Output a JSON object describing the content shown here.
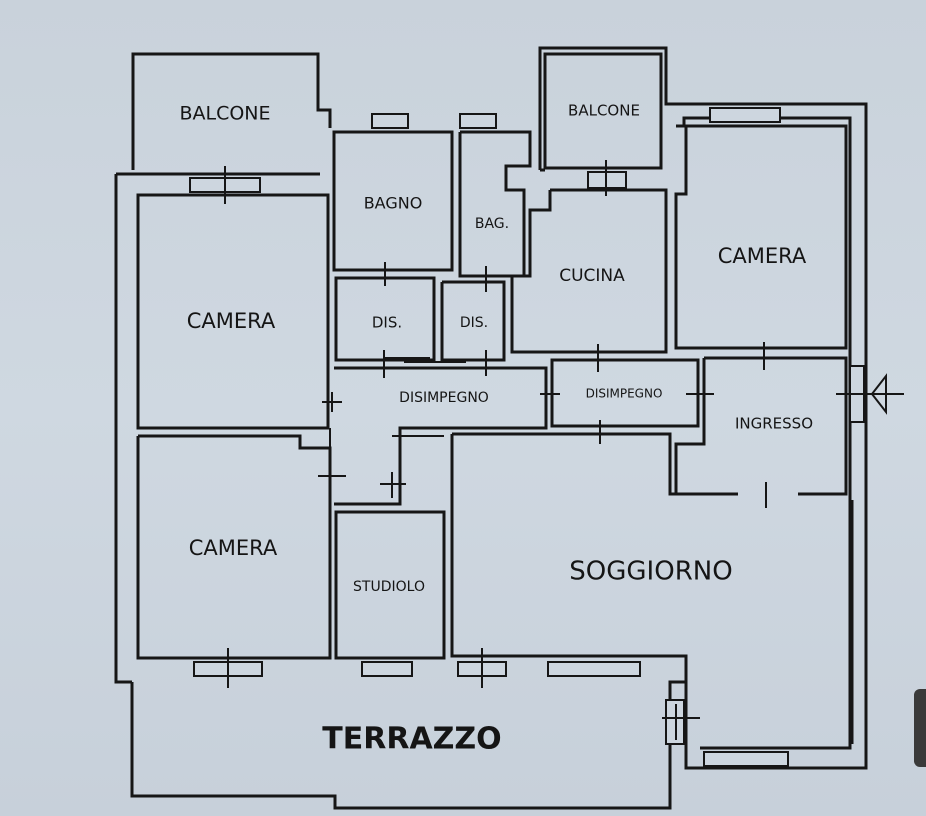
{
  "rooms": {
    "balcone_left": "BALCONE",
    "balcone_right": "BALCONE",
    "bagno": "BAGNO",
    "bag": "BAG.",
    "cucina": "CUCINA",
    "camera_top_right": "CAMERA",
    "camera_top_left": "CAMERA",
    "dis_1": "DIS.",
    "dis_2": "DIS.",
    "disimpegno_main": "DISIMPEGNO",
    "disimpegno_right": "DISIMPEGNO",
    "ingresso": "INGRESSO",
    "camera_bottom_left": "CAMERA",
    "studiolo": "STUDIOLO",
    "soggiorno": "SOGGIORNO",
    "terrazzo": "TERRAZZO"
  },
  "colors": {
    "paper": "#cdd6df",
    "ink": "#161616"
  },
  "icons": {
    "entrance": "entrance-arrow-icon"
  }
}
